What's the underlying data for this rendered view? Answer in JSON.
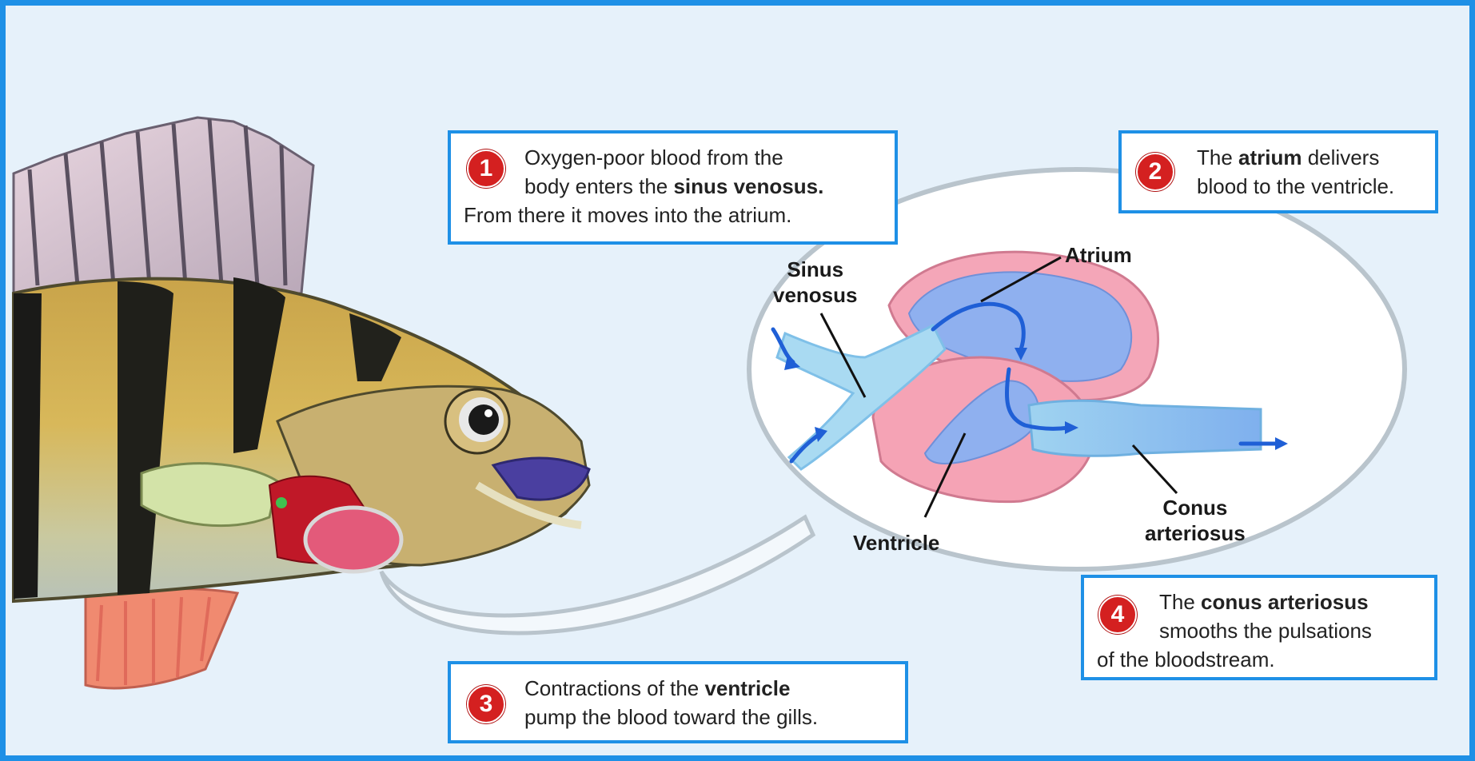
{
  "callouts": {
    "c1": {
      "num": "1",
      "lines": [
        [
          "Oxygen-poor blood from the",
          ""
        ],
        [
          "body enters the ",
          "sinus venosus."
        ],
        [
          "From there it moves into the atrium.",
          ""
        ]
      ]
    },
    "c2": {
      "num": "2",
      "l1a": "The ",
      "l1b": "atrium",
      "l1c": " delivers",
      "l2": "blood to the ventricle."
    },
    "c3": {
      "num": "3",
      "l1a": "Contractions of the ",
      "l1b": "ventricle",
      "l2": "pump the blood toward the gills."
    },
    "c4": {
      "num": "4",
      "l1a": "The ",
      "l1b": "conus arteriosus",
      "l2": "smooths the pulsations",
      "l3": "of the bloodstream."
    }
  },
  "labels": {
    "sinus_line1": "Sinus",
    "sinus_line2": "venosus",
    "atrium": "Atrium",
    "ventricle": "Ventricle",
    "conus_line1": "Conus",
    "conus_line2": "arteriosus"
  },
  "colors": {
    "frame_border": "#1e90e6",
    "background": "#e6f1fa",
    "number_badge": "#d42020",
    "blood_arrow": "#1f5fd6",
    "heart_pink": "#f4a6b8",
    "heart_blue": "#8fb0ef"
  }
}
